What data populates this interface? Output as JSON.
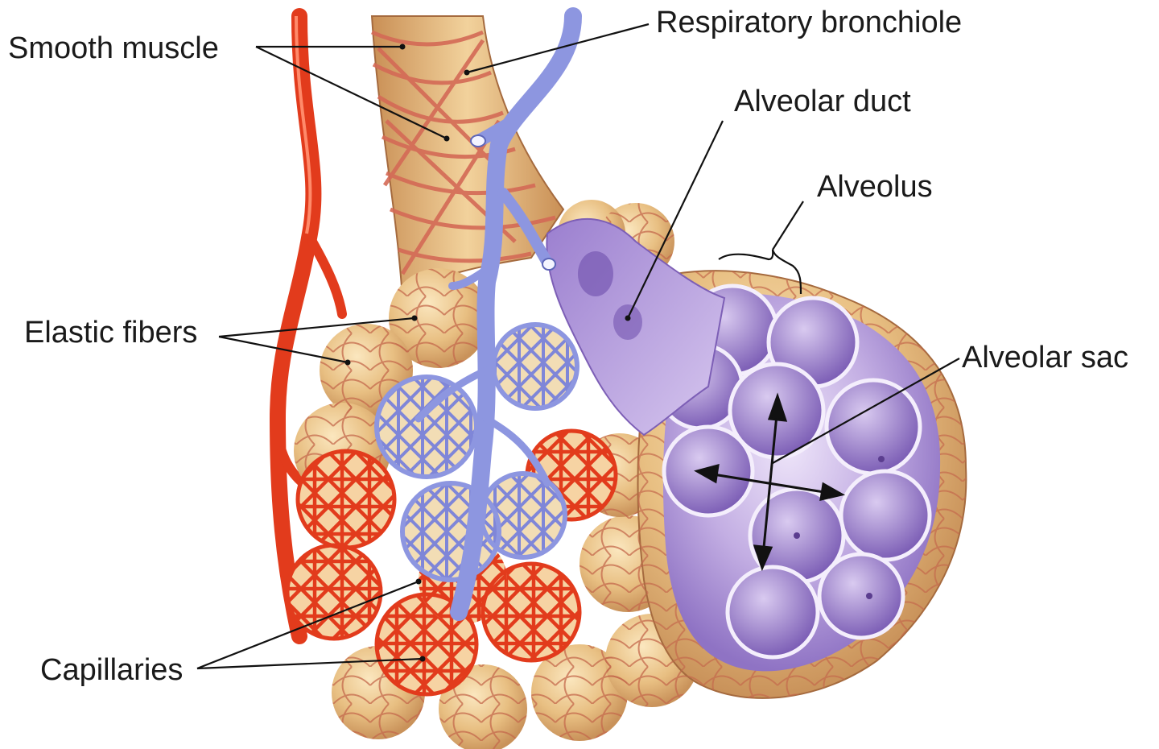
{
  "labels": {
    "smooth_muscle": "Smooth muscle",
    "respiratory_bronchiole": "Respiratory bronchiole",
    "alveolar_duct": "Alveolar duct",
    "alveolus": "Alveolus",
    "elastic_fibers": "Elastic fibers",
    "alveolar_sac": "Alveolar sac",
    "capillaries": "Capillaries"
  },
  "colors": {
    "artery": "#e23b1c",
    "vein": "#8d96e0",
    "tissue": "#e9c48a",
    "alveolus": "#b49ad8",
    "fiber": "#c96a4e"
  }
}
